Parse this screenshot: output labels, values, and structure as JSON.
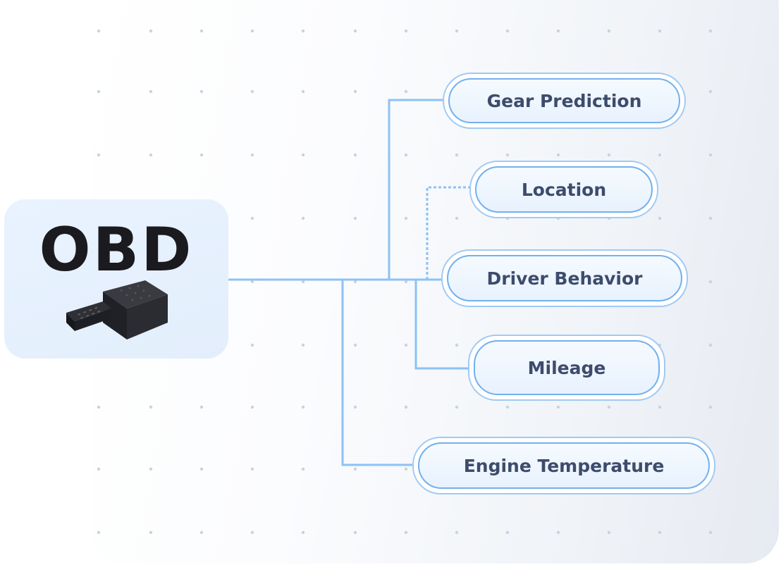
{
  "source": {
    "label": "OBD",
    "device_icon": "obd-dongle-icon"
  },
  "outputs": [
    {
      "label": "Gear Prediction"
    },
    {
      "label": "Location"
    },
    {
      "label": "Driver Behavior"
    },
    {
      "label": "Mileage"
    },
    {
      "label": "Engine Temperature"
    }
  ],
  "colors": {
    "connector": "#8cc2f5",
    "pill_border": "#73b0ee",
    "pill_text": "#3d4c6c",
    "obd_card": "#e6f0fd",
    "obd_text": "#1b1b1f",
    "dots": "#c9d3de"
  }
}
